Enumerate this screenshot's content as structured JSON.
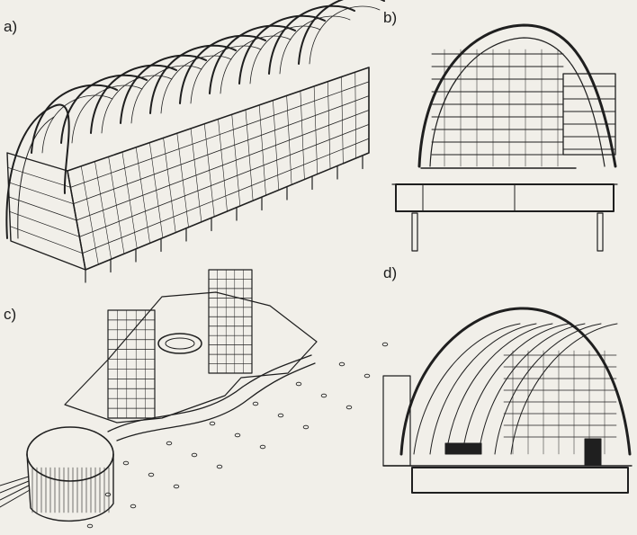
{
  "panels": [
    {
      "label": "a)"
    },
    {
      "label": "b)"
    },
    {
      "label": "c)"
    },
    {
      "label": "d)"
    }
  ],
  "colors": {
    "paper": "#f1efe9",
    "ink": "#1f1f1f"
  }
}
